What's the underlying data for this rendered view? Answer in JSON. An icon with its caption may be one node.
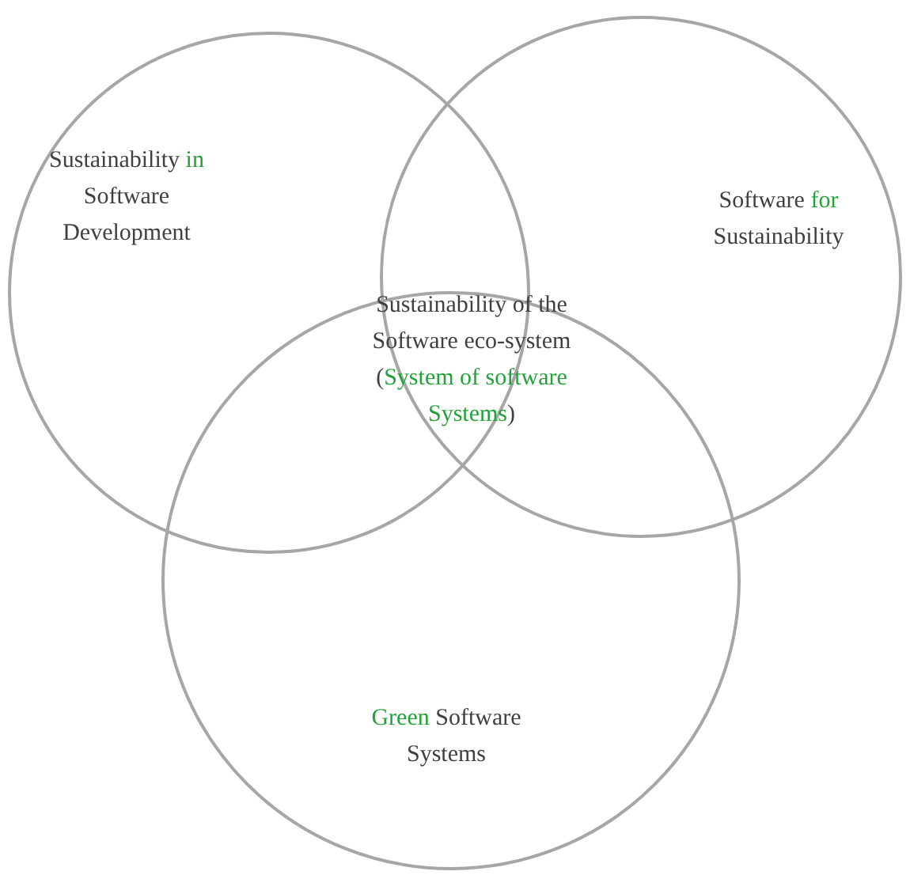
{
  "diagram": {
    "nodes": [
      {
        "text": [
          "Sustainability *in* Software Development"
        ]
      },
      {
        "text": [
          "Software *for* Sustainability"
        ]
      },
      {
        "text": [
          "*Green* Software Systems"
        ]
      }
    ],
    "labels": [
      "Sustainability of the Software eco-system (*System of software Systems*)"
    ]
  }
}
